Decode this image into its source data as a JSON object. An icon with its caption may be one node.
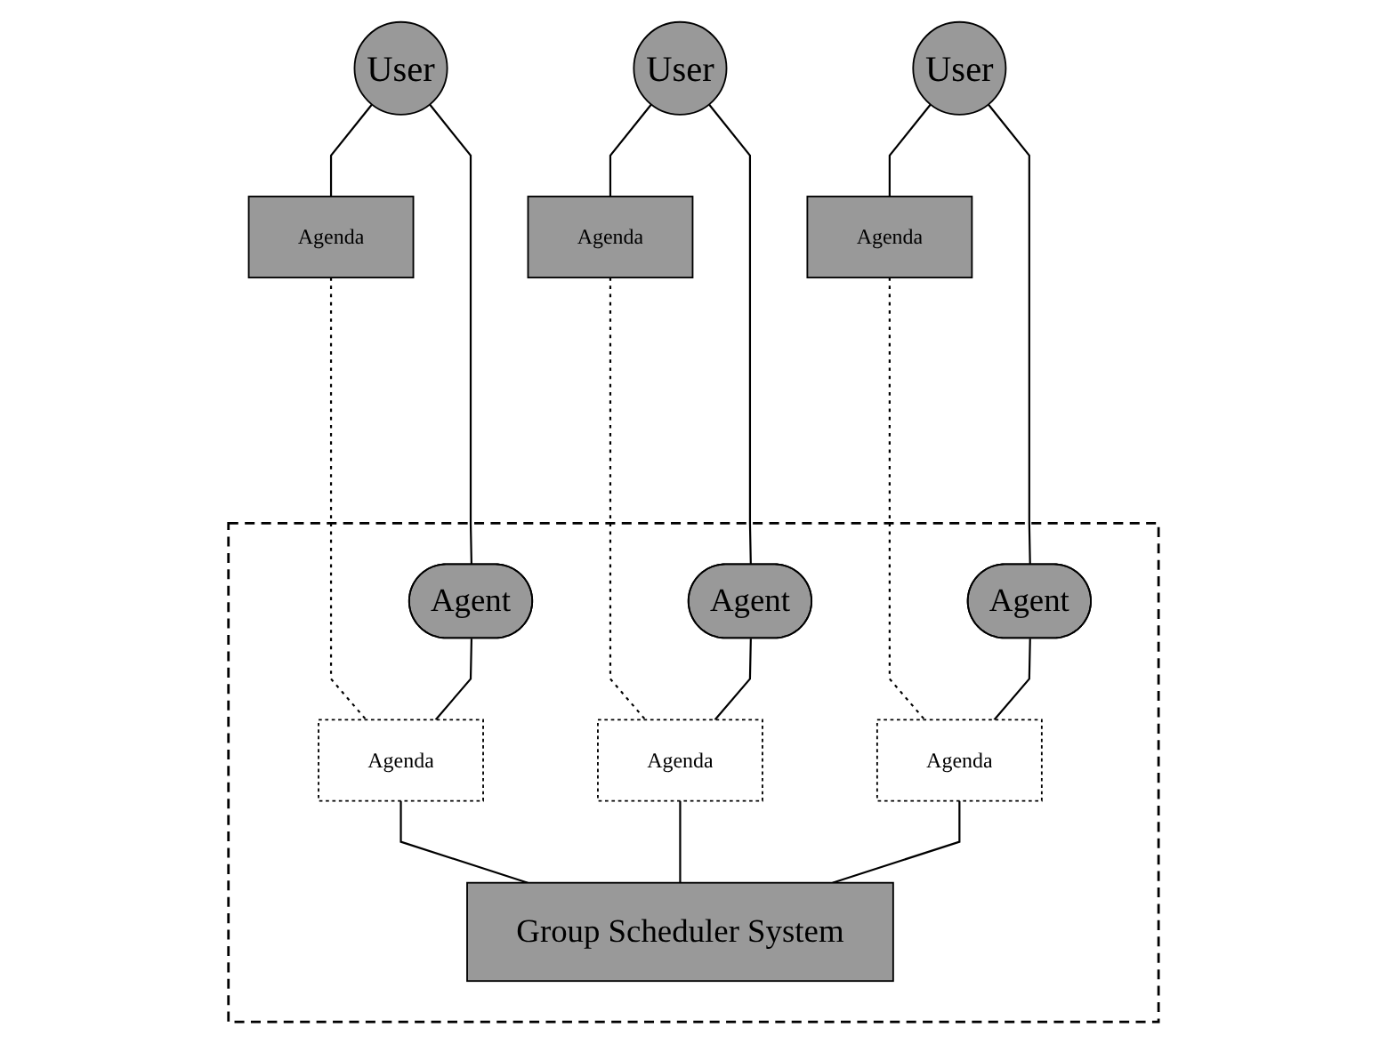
{
  "diagram": {
    "nodes": [
      {
        "text": [
          "User"
        ]
      },
      {
        "text": [
          "Agenda"
        ]
      },
      {
        "text": [
          "User"
        ]
      },
      {
        "text": [
          "Agenda"
        ]
      },
      {
        "text": [
          "User"
        ]
      },
      {
        "text": [
          "Agenda"
        ]
      },
      {
        "text": [],
        "shape": "box"
      },
      {
        "text": [
          "Agent"
        ],
        "in": 6
      },
      {
        "text": [
          "Agent"
        ],
        "in": 6
      },
      {
        "text": [
          "Agent"
        ],
        "in": 6
      },
      {
        "text": [
          "Agenda"
        ],
        "in": 6
      },
      {
        "text": [
          "Agenda"
        ],
        "in": 6
      },
      {
        "text": [
          "Agenda"
        ],
        "in": 6
      },
      {
        "text": [
          "Group Scheduler System"
        ],
        "in": 6
      }
    ],
    "edges": [
      {
        "from": 0,
        "to": 1,
        "arrow": "none"
      },
      {
        "from": 0,
        "to": 7,
        "arrow": "none"
      },
      {
        "from": 1,
        "to": 10,
        "arrow": "none",
        "style": "dashed"
      },
      {
        "from": 2,
        "to": 3,
        "arrow": "none"
      },
      {
        "from": 2,
        "to": 8,
        "arrow": "none"
      },
      {
        "from": 3,
        "to": 11,
        "arrow": "none",
        "style": "dashed"
      },
      {
        "from": 4,
        "to": 5,
        "arrow": "none"
      },
      {
        "from": 4,
        "to": 9,
        "arrow": "none"
      },
      {
        "from": 5,
        "to": 12,
        "arrow": "none",
        "style": "dashed"
      },
      {
        "from": 7,
        "to": 10,
        "arrow": "none"
      },
      {
        "from": 8,
        "to": 11,
        "arrow": "none"
      },
      {
        "from": 9,
        "to": 12,
        "arrow": "none"
      },
      {
        "from": 10,
        "to": 13,
        "arrow": "none"
      },
      {
        "from": 11,
        "to": 13,
        "arrow": "none"
      },
      {
        "from": 12,
        "to": 13,
        "arrow": "none"
      }
    ]
  }
}
